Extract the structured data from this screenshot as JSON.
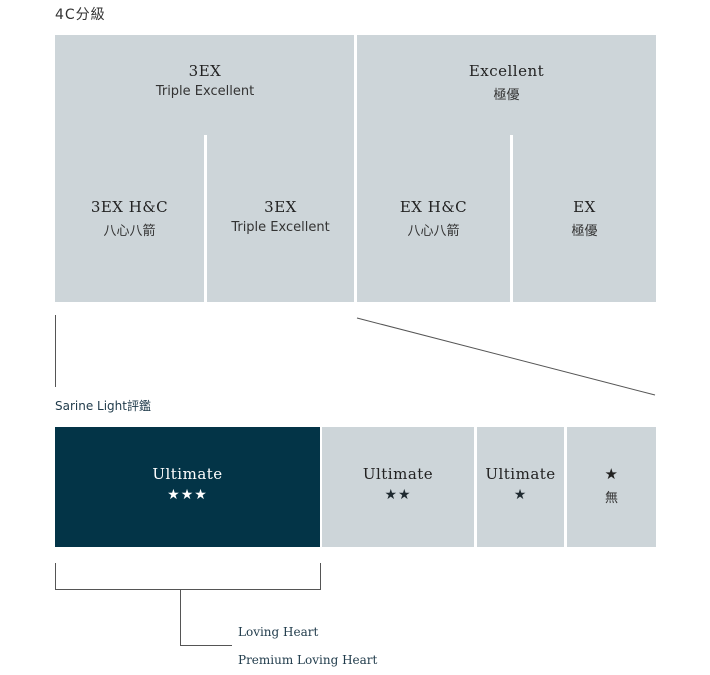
{
  "title_4c": "4C分級",
  "top_grades": [
    {
      "name": "3EX",
      "sub": "Triple Excellent"
    },
    {
      "name": "Excellent",
      "sub": "極優"
    }
  ],
  "sub_grades": [
    {
      "name": "3EX H&C",
      "sub": "八心八箭"
    },
    {
      "name": "3EX",
      "sub": "Triple Excellent"
    },
    {
      "name": "EX H&C",
      "sub": "八心八箭"
    },
    {
      "name": "EX",
      "sub": "極優"
    }
  ],
  "sarine_title": "Sarine Light評鑑",
  "sarine_grades": [
    {
      "name": "Ultimate",
      "stars": "★★★"
    },
    {
      "name": "Ultimate",
      "stars": "★★"
    },
    {
      "name": "Ultimate",
      "stars": "★"
    },
    {
      "name": "★",
      "stars": "無"
    }
  ],
  "legend": [
    "Loving Heart",
    "Premium Loving Heart"
  ],
  "colors": {
    "grade_bg": "#cdd5d9",
    "highlight_bg": "#033447",
    "line": "#555555"
  }
}
